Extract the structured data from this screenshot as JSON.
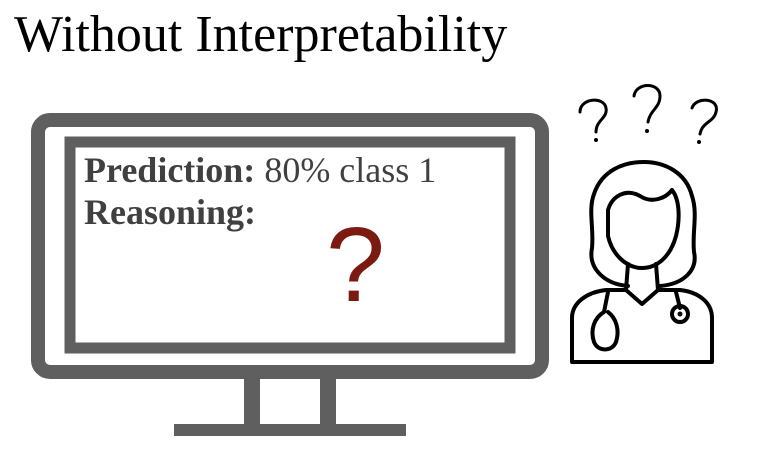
{
  "title": "Without Interpretability",
  "screen": {
    "prediction_label": "Prediction:",
    "prediction_value": "80% class 1",
    "reasoning_label": "Reasoning:",
    "unknown_mark": "?"
  },
  "colors": {
    "monitor": "#5f5f5f",
    "question_mark": "#7a1a10",
    "screen_text": "#404040",
    "outline": "#000000"
  }
}
